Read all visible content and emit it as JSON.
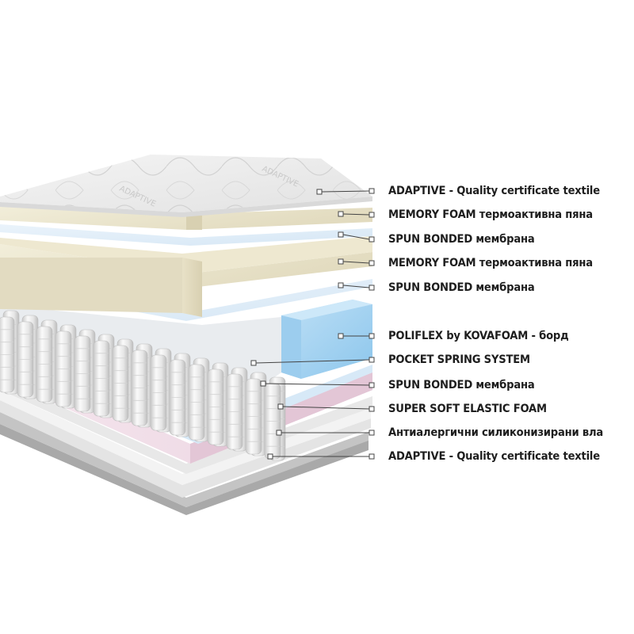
{
  "layers": [
    {
      "id": "top-textile",
      "label": "ADAPTIVE - Quality certificate textile"
    },
    {
      "id": "memory-foam-1",
      "label": "MEMORY FOAM термоактивна пяна"
    },
    {
      "id": "spun-bonded-1",
      "label": "SPUN BONDED мембрана"
    },
    {
      "id": "memory-foam-2",
      "label": "MEMORY FOAM термоактивна пяна"
    },
    {
      "id": "spun-bonded-2",
      "label": "SPUN BONDED мембрана"
    },
    {
      "id": "poliflex-side",
      "label": "POLIFLEX by KOVAFOAM - борд"
    },
    {
      "id": "pocket-springs",
      "label": "POCKET SPRING SYSTEM"
    },
    {
      "id": "spun-bonded-3",
      "label": "SPUN BONDED мембрана"
    },
    {
      "id": "elastic-foam",
      "label": "SUPER SOFT ELASTIC FOAM"
    },
    {
      "id": "silicone-fiber",
      "label": "Антиалергични силиконизирани вла"
    },
    {
      "id": "bottom-textile",
      "label": "ADAPTIVE - Quality certificate textile"
    }
  ],
  "quilt_text": "ADAPTIVE",
  "colors": {
    "label_text": "#1e1e1e",
    "callout_line": "#444444",
    "textile": "#ececec",
    "memory_foam": "#e6dfc6",
    "membrane": "#dcebf7",
    "side_foam": "#a6d3f1",
    "springs": "#e9e9e9",
    "elastic_foam": "#f1dde8",
    "bottom_base": "#b5b5b5"
  }
}
